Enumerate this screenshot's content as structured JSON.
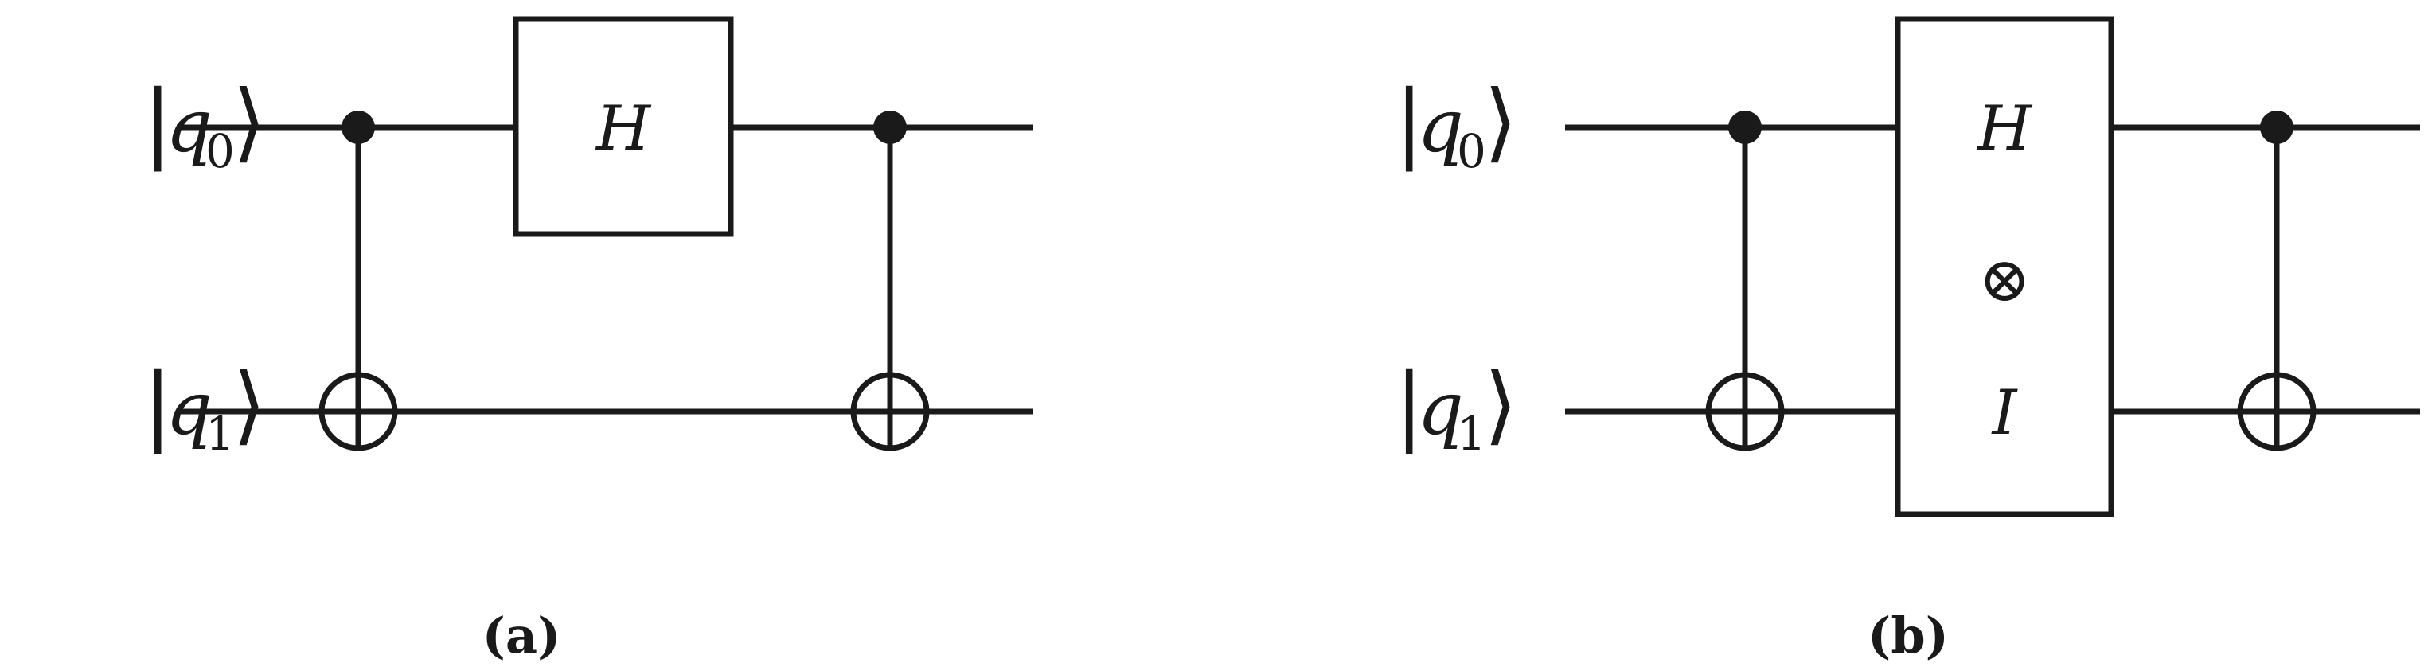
{
  "panel_a": {
    "qubit0_label": "q",
    "qubit0_sub": "0",
    "qubit1_label": "q",
    "qubit1_sub": "1",
    "gate_label": "H",
    "caption": "(a)"
  },
  "panel_b": {
    "qubit0_label": "q",
    "qubit0_sub": "0",
    "qubit1_label": "q",
    "qubit1_sub": "1",
    "gate_top_label": "H",
    "gate_middle_symbol": "⊗",
    "gate_bottom_label": "I",
    "caption": "(b)"
  },
  "colors": {
    "ink": "#1a1a1a",
    "background": "#ffffff"
  }
}
